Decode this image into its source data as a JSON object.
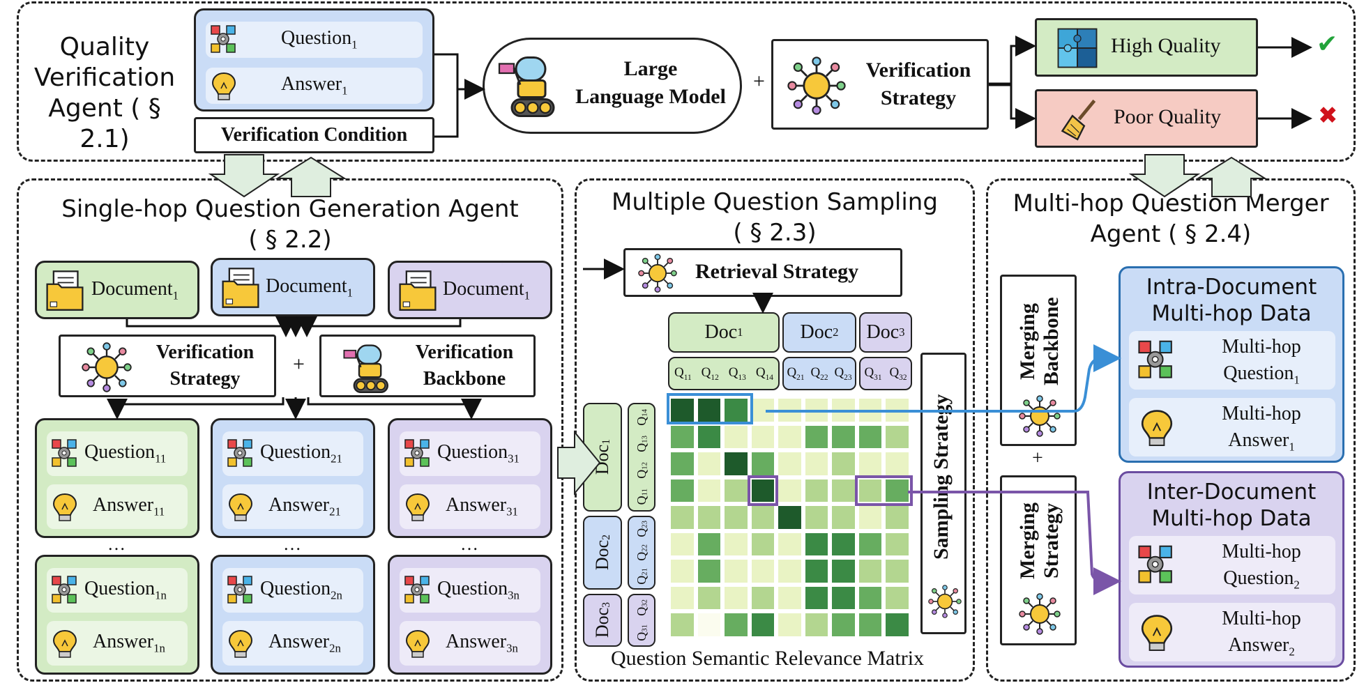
{
  "top": {
    "agent_title": [
      "Quality",
      "Verification",
      "Agent ( § 2.1)"
    ],
    "question": "Question",
    "answer": "Answer",
    "sub1": "1",
    "condition": "Verification Condition",
    "llm": [
      "Large",
      "Language Model"
    ],
    "plus": "+",
    "strategy": [
      "Verification",
      "Strategy"
    ],
    "high": "High Quality",
    "poor": "Poor Quality",
    "check": "✔",
    "cross": "✖"
  },
  "single": {
    "title": "Single-hop Question Generation Agent",
    "section": "( § 2.2)",
    "documents": [
      {
        "label": "Document",
        "sub": "1"
      },
      {
        "label": "Document",
        "sub": "1"
      },
      {
        "label": "Document",
        "sub": "1"
      }
    ],
    "strategy": [
      "Verification",
      "Strategy"
    ],
    "backbone": [
      "Verification",
      "Backbone"
    ],
    "plus": "+",
    "ellipsis": "…",
    "cols": [
      {
        "q": "Question",
        "qs": "11",
        "a": "Answer",
        "as": "11",
        "qn": "Question",
        "qns": "1n",
        "an": "Answer",
        "ans": "1n"
      },
      {
        "q": "Question",
        "qs": "21",
        "a": "Answer",
        "as": "21",
        "qn": "Question",
        "qns": "2n",
        "an": "Answer",
        "ans": "2n"
      },
      {
        "q": "Question",
        "qs": "31",
        "a": "Answer",
        "as": "31",
        "qn": "Question",
        "qns": "3n",
        "an": "Answer",
        "ans": "3n"
      }
    ]
  },
  "sampling": {
    "title": "Multiple Question Sampling",
    "section": "( § 2.3)",
    "retrieval": "Retrieval Strategy",
    "doc": "Doc",
    "doc_subs": [
      "1",
      "2",
      "3"
    ],
    "q_labels": [
      [
        "11",
        "12",
        "13",
        "14"
      ],
      [
        "21",
        "22",
        "23"
      ],
      [
        "31",
        "32"
      ]
    ],
    "q_letter": "Q",
    "sampling_strategy": "Sampling Strategy",
    "matrix_caption": "Question Semantic Relevance Matrix",
    "matrix": [
      [
        5,
        5,
        4,
        1,
        1,
        1,
        1,
        1,
        1
      ],
      [
        3,
        4,
        1,
        1,
        1,
        3,
        3,
        3,
        2
      ],
      [
        3,
        1,
        5,
        3,
        1,
        1,
        2,
        1,
        1
      ],
      [
        3,
        1,
        2,
        5,
        1,
        2,
        2,
        2,
        3
      ],
      [
        2,
        2,
        2,
        2,
        5,
        2,
        2,
        1,
        2
      ],
      [
        1,
        3,
        1,
        2,
        1,
        4,
        4,
        3,
        2
      ],
      [
        1,
        3,
        1,
        1,
        1,
        4,
        4,
        2,
        2
      ],
      [
        1,
        2,
        1,
        2,
        1,
        4,
        4,
        3,
        2
      ],
      [
        2,
        0,
        3,
        4,
        1,
        2,
        3,
        3,
        4
      ]
    ]
  },
  "merger": {
    "title": [
      "Multi-hop Question Merger",
      "Agent ( § 2.4)"
    ],
    "backbone": [
      "Merging",
      "Backbone"
    ],
    "strategy": [
      "Merging",
      "Strategy"
    ],
    "plus": "+",
    "intra": [
      "Intra-Document",
      "Multi-hop Data"
    ],
    "inter": [
      "Inter-Document",
      "Multi-hop Data"
    ],
    "mh_q": [
      "Multi-hop",
      "Question"
    ],
    "mh_a": [
      "Multi-hop",
      "Answer"
    ],
    "sub1": "1",
    "sub2": "2"
  },
  "colors": {
    "green": "#d3ebc4",
    "blue": "#cadcf6",
    "purple": "#d9d3ef",
    "pink": "#f6cbc3",
    "matrix_scale": [
      "#fbfcef",
      "#e9f3c4",
      "#b3d690",
      "#67ad60",
      "#3b8a45",
      "#1e5a2b"
    ],
    "check": "#22a33a",
    "cross": "#d0121b"
  }
}
